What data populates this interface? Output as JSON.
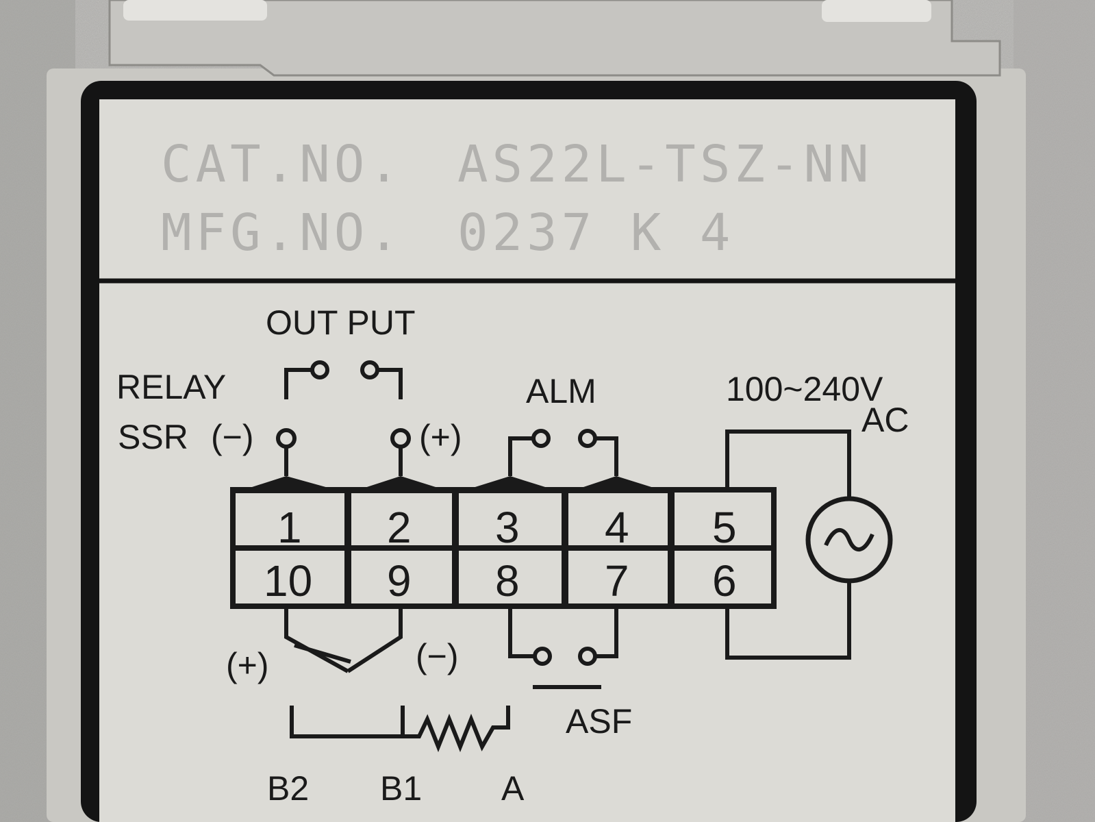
{
  "nameplate": {
    "cat_no_label": "CAT.NO.",
    "cat_no_value": "AS22L-TSZ-NN",
    "mfg_no_label": "MFG.NO.",
    "mfg_no_value": "0237 K 4"
  },
  "diagram": {
    "output_label": "OUT PUT",
    "relay_label": "RELAY",
    "ssr_label": "SSR",
    "ssr_minus": "(−)",
    "ssr_plus": "(+)",
    "alm_label": "ALM",
    "power_label": "100~240V",
    "power_ac": "AC",
    "terminals_top": [
      "1",
      "2",
      "3",
      "4",
      "5"
    ],
    "terminals_bottom": [
      "10",
      "9",
      "8",
      "7",
      "6"
    ],
    "tc_plus": "(+)",
    "tc_minus": "(−)",
    "asf_label": "ASF",
    "rtd_b2": "B2",
    "rtd_b1": "B1",
    "rtd_a": "A"
  },
  "colors": {
    "label_face": "#dcdbd6",
    "ink": "#1a1a1a",
    "stamp_ink": "#b2b1ae",
    "housing": "#c9c8c3",
    "metal_clip": "#c6c5c1",
    "background": "#b9b8b5"
  }
}
